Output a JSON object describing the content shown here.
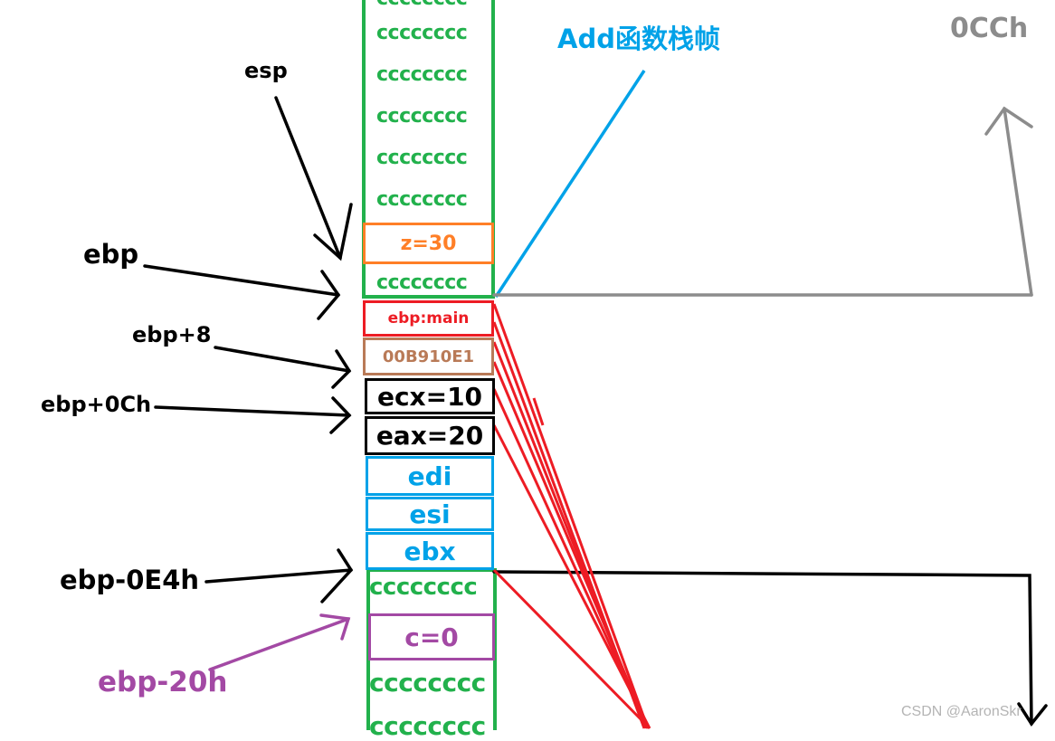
{
  "colors": {
    "green": "#22b14c",
    "orange": "#ff7f27",
    "red": "#ed1c24",
    "brown": "#b97a57",
    "black": "#000000",
    "blue": "#00a2e8",
    "purple": "#a349a4",
    "gray": "#8c8c8c"
  },
  "title": "Add函数栈帧",
  "size_label": "0CCh",
  "pointers": {
    "esp": "esp",
    "ebp": "ebp",
    "ebp_plus_8": "ebp+8",
    "ebp_plus_0ch": "ebp+0Ch",
    "ebp_minus_0e4h": "ebp-0E4h",
    "ebp_minus_20h": "ebp-20h"
  },
  "stack": {
    "filler": "cccccccc",
    "z": "z=30",
    "saved_ebp": "ebp:main",
    "return_address": "00B910E1",
    "param_ecx": "ecx=10",
    "param_eax": "eax=20",
    "edi": "edi",
    "esi": "esi",
    "ebx": "ebx",
    "c": "c=0"
  },
  "watermark": "CSDN @AaronSkr"
}
